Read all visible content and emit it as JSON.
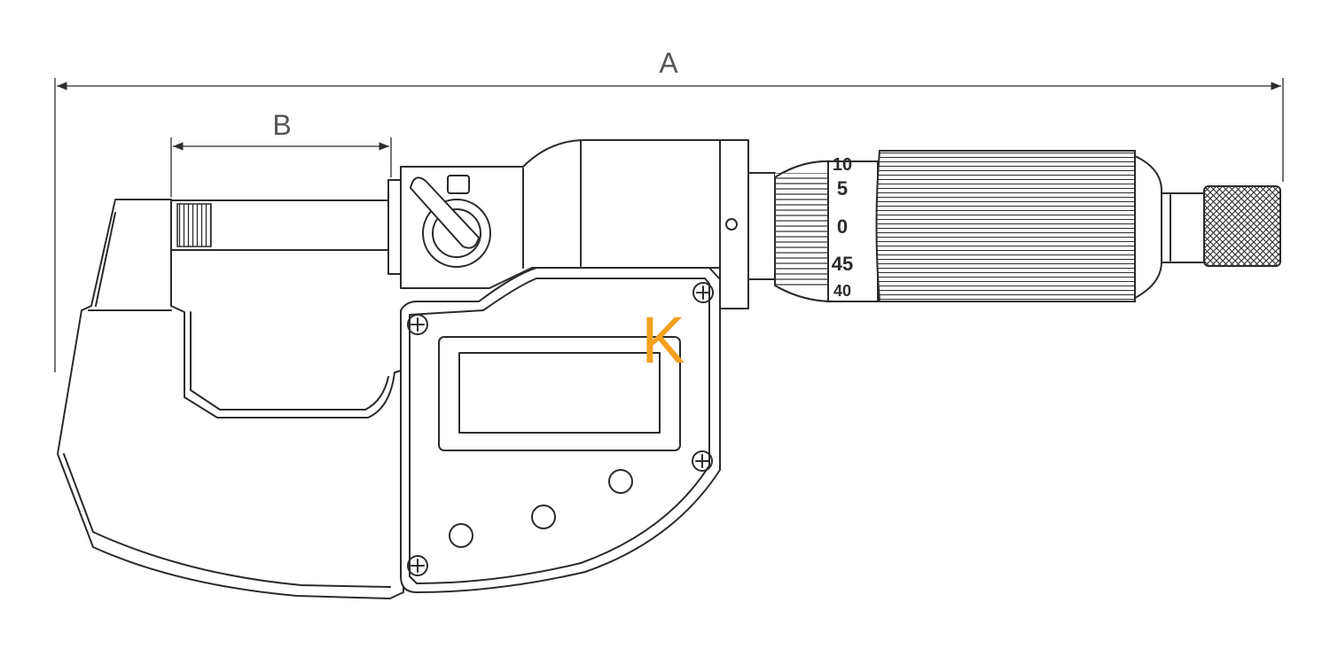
{
  "dimensions": {
    "overall_length_label": "A",
    "measuring_range_label": "B"
  },
  "thimble_scale": {
    "labels": [
      "10",
      "5",
      "0",
      "45",
      "40"
    ]
  },
  "annotation": {
    "marker_label": "K",
    "marker_color": "#f5a01f"
  },
  "colors": {
    "line": "#2b2b2b",
    "dimension_label": "#555555"
  }
}
